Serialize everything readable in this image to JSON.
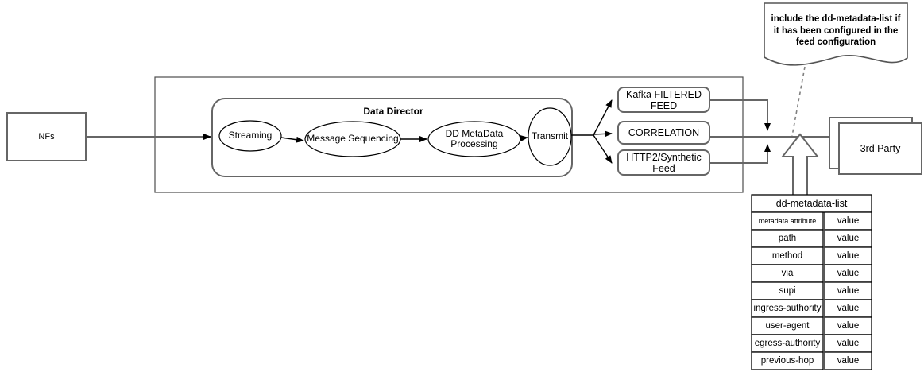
{
  "diagram": {
    "source": {
      "label": "NFs"
    },
    "container": {
      "title": "Data Director"
    },
    "stages": [
      {
        "label": "Streaming"
      },
      {
        "label": "Message Sequencing"
      },
      {
        "label": "DD MetaData\nProcessing"
      },
      {
        "label": "Transmit"
      }
    ],
    "feeds": [
      {
        "label": "Kafka FILTERED\nFEED"
      },
      {
        "label": "CORRELATION"
      },
      {
        "label": "HTTP2/Synthetic\nFeed"
      }
    ],
    "destination": {
      "label": "3rd Party"
    },
    "note": {
      "text": "include the dd-metadata-list if it has been configured in the feed configuration"
    },
    "table": {
      "header": "dd-metadata-list",
      "columns": [
        "metadata attribute",
        "value"
      ],
      "rows": [
        {
          "attribute": "path",
          "value": "value"
        },
        {
          "attribute": "method",
          "value": "value"
        },
        {
          "attribute": "via",
          "value": "value"
        },
        {
          "attribute": "supi",
          "value": "value"
        },
        {
          "attribute": "ingress-authority",
          "value": "value"
        },
        {
          "attribute": "user-agent",
          "value": "value"
        },
        {
          "attribute": "egress-authority",
          "value": "value"
        },
        {
          "attribute": "previous-hop",
          "value": "value"
        }
      ]
    },
    "colors": {
      "stroke_dark": "#000000",
      "stroke_gray": "#666666",
      "background": "#ffffff",
      "text": "#000000"
    }
  }
}
